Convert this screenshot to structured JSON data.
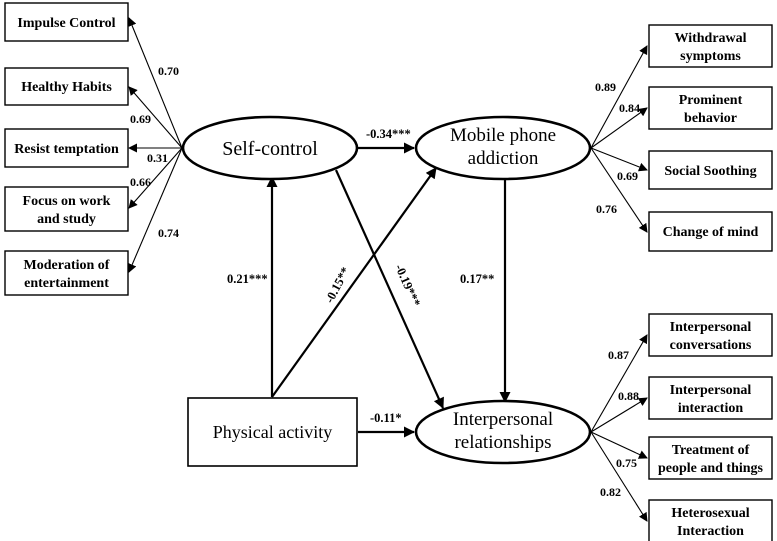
{
  "latent": {
    "self_control": "Self-control",
    "mpa_line1": "Mobile phone",
    "mpa_line2": "addiction",
    "ir_line1": "Interpersonal",
    "ir_line2": "relationships"
  },
  "observed": {
    "physical_activity": "Physical activity"
  },
  "self_control_indicators": [
    {
      "lines": [
        "Impulse Control"
      ],
      "loading": "0.70"
    },
    {
      "lines": [
        "Healthy Habits"
      ],
      "loading": "0.69"
    },
    {
      "lines": [
        "Resist temptation"
      ],
      "loading": "0.31"
    },
    {
      "lines": [
        "Focus on work",
        "and study"
      ],
      "loading": "0.66"
    },
    {
      "lines": [
        "Moderation of",
        "entertainment"
      ],
      "loading": "0.74"
    }
  ],
  "mpa_indicators": [
    {
      "lines": [
        "Withdrawal",
        "symptoms"
      ],
      "loading": "0.89"
    },
    {
      "lines": [
        "Prominent",
        "behavior"
      ],
      "loading": "0.84"
    },
    {
      "lines": [
        "Social Soothing"
      ],
      "loading": "0.69"
    },
    {
      "lines": [
        "Change of mind"
      ],
      "loading": "0.76"
    }
  ],
  "ir_indicators": [
    {
      "lines": [
        "Interpersonal",
        "conversations"
      ],
      "loading": "0.87"
    },
    {
      "lines": [
        "Interpersonal",
        "interaction"
      ],
      "loading": "0.88"
    },
    {
      "lines": [
        "Treatment of",
        "people and things"
      ],
      "loading": "0.75"
    },
    {
      "lines": [
        "Heterosexual",
        "Interaction"
      ],
      "loading": "0.82"
    }
  ],
  "paths": {
    "sc_to_mpa": "-0.34***",
    "pa_to_sc": "0.21***",
    "pa_to_mpa": "-0.15**",
    "sc_to_ir": "-0.19***",
    "mpa_to_ir": "0.17**",
    "pa_to_ir": "-0.11*"
  }
}
